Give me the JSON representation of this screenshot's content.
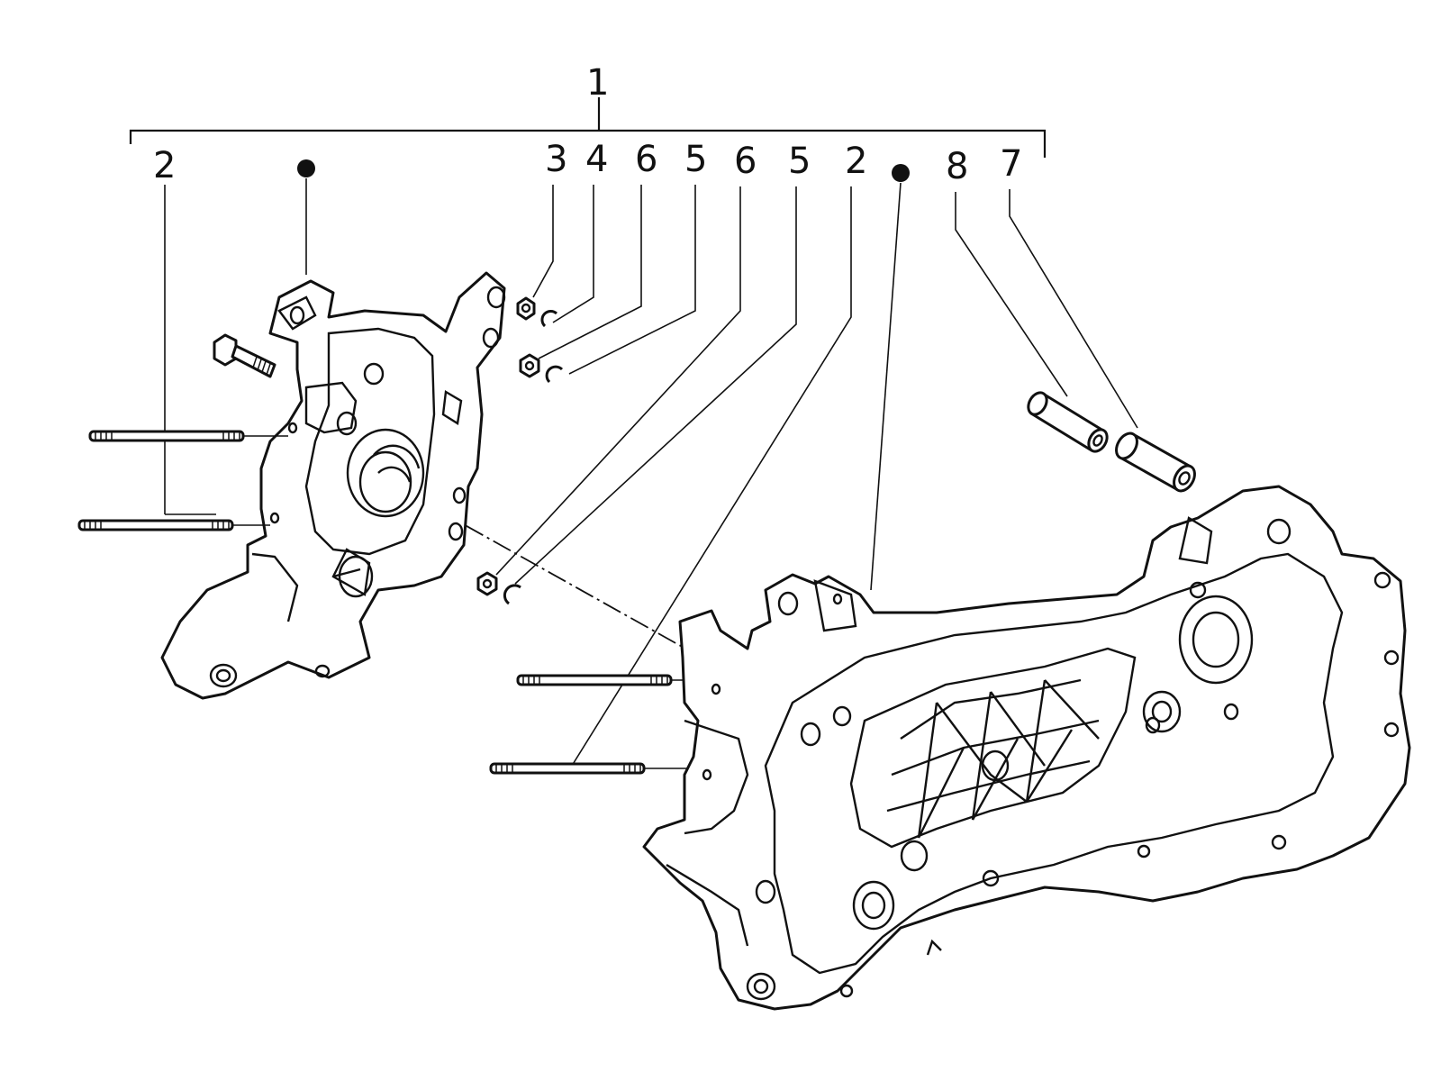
{
  "diagram": {
    "callouts": {
      "assembly": "1",
      "left_studs": "2",
      "nut_a": "3",
      "clip_a": "4",
      "nut_b": "6",
      "clip_b": "5",
      "nut_c": "6",
      "clip_c": "5",
      "right_studs": "2",
      "bushing_long": "8",
      "bushing_short": "7"
    },
    "markers": {
      "left_half_dot": "bullet",
      "right_half_dot": "bullet"
    },
    "parts": [
      "left-crankcase-half",
      "right-crankcase-half",
      "stud-bolts",
      "hex-nuts",
      "retaining-clips",
      "bushings",
      "hex-bolt"
    ]
  }
}
